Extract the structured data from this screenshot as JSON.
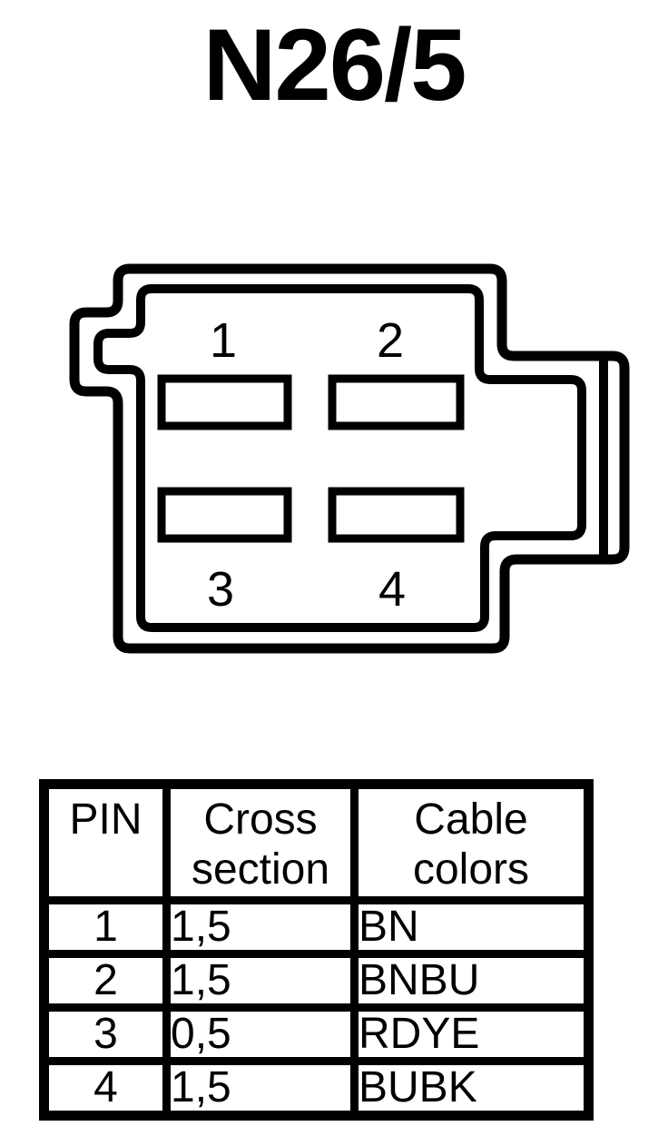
{
  "colors": {
    "ink": "#000000",
    "background": "#ffffff"
  },
  "title": "N26/5",
  "connector": {
    "pin_labels": [
      "1",
      "2",
      "3",
      "4"
    ]
  },
  "table": {
    "headers": {
      "pin": "PIN",
      "cross_section": "Cross section",
      "cable_colors": "Cable colors"
    },
    "rows": [
      {
        "pin": "1",
        "cross_section": "1,5",
        "cable_colors": "BN"
      },
      {
        "pin": "2",
        "cross_section": "1,5",
        "cable_colors": "BNBU"
      },
      {
        "pin": "3",
        "cross_section": "0,5",
        "cable_colors": "RDYE"
      },
      {
        "pin": "4",
        "cross_section": "1,5",
        "cable_colors": "BUBK"
      }
    ]
  }
}
